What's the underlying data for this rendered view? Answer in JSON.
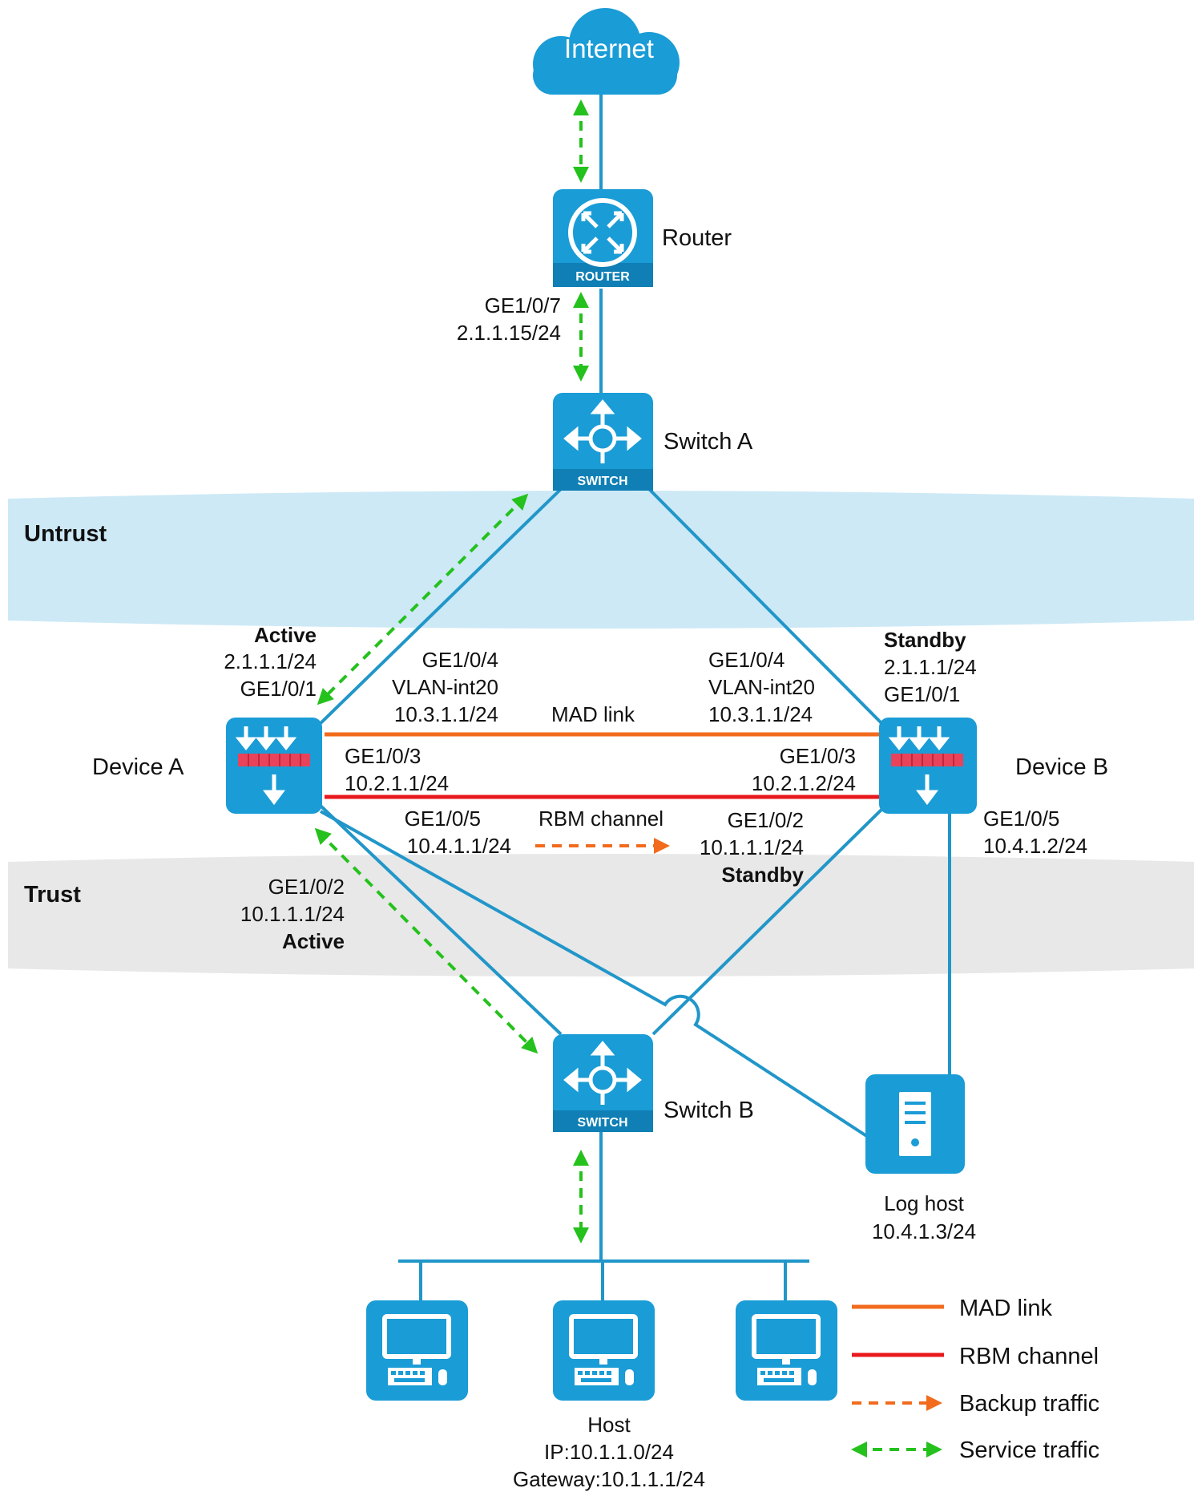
{
  "colors": {
    "accent": "#1a9cd6",
    "link": "#2196c9",
    "mad": "#f26b1d",
    "rbm": "#e8191c",
    "service": "#25c11d",
    "backup": "#f26b1d",
    "untrust_zone": "#cde9f6",
    "trust_zone": "#e8e8e8"
  },
  "zones": {
    "untrust": "Untrust",
    "trust": "Trust"
  },
  "nodes": {
    "internet": {
      "label": "Internet",
      "icon": "cloud-icon"
    },
    "router": {
      "label": "Router",
      "badge": "ROUTER",
      "icon": "router-icon"
    },
    "switch_a": {
      "label": "Switch A",
      "badge": "SWITCH",
      "icon": "switch-icon"
    },
    "switch_b": {
      "label": "Switch B",
      "badge": "SWITCH",
      "icon": "switch-icon"
    },
    "device_a": {
      "label": "Device A",
      "icon": "firewall-icon"
    },
    "device_b": {
      "label": "Device B",
      "icon": "firewall-icon"
    },
    "log_host": {
      "label": "Log host",
      "ip": "10.4.1.3/24",
      "icon": "server-icon"
    },
    "hosts": {
      "icon": "pc-icon",
      "label": "Host",
      "ip": "IP:10.1.1.0/24",
      "gateway": "Gateway:10.1.1.1/24"
    }
  },
  "interfaces": {
    "router_ge107": "GE1/0/7",
    "router_ip": "2.1.1.15/24",
    "devA_up_state": "Active",
    "devA_up_ip": "2.1.1.1/24",
    "devA_up_if": "GE1/0/1",
    "devA_ge104": "GE1/0/4",
    "devA_vlan": "VLAN-int20",
    "devA_vlan_ip": "10.3.1.1/24",
    "devB_ge104": "GE1/0/4",
    "devB_vlan": "VLAN-int20",
    "devB_vlan_ip": "10.3.1.1/24",
    "devB_up_state": "Standby",
    "devB_up_ip": "2.1.1.1/24",
    "devB_up_if": "GE1/0/1",
    "mad_label": "MAD link",
    "devA_ge103": "GE1/0/3",
    "devA_ge103_ip": "10.2.1.1/24",
    "devB_ge103": "GE1/0/3",
    "devB_ge103_ip": "10.2.1.2/24",
    "devA_ge105": "GE1/0/5",
    "devA_ge105_ip": "10.4.1.1/24",
    "rbm_label": "RBM channel",
    "devB_ge102": "GE1/0/2",
    "devB_ge102_ip": "10.1.1.1/24",
    "devB_down_state": "Standby",
    "devB_ge105": "GE1/0/5",
    "devB_ge105_ip": "10.4.1.2/24",
    "devA_ge102": "GE1/0/2",
    "devA_ge102_ip": "10.1.1.1/24",
    "devA_down_state": "Active"
  },
  "legend": {
    "mad": "MAD link",
    "rbm": "RBM channel",
    "backup": "Backup traffic",
    "service": "Service traffic"
  }
}
